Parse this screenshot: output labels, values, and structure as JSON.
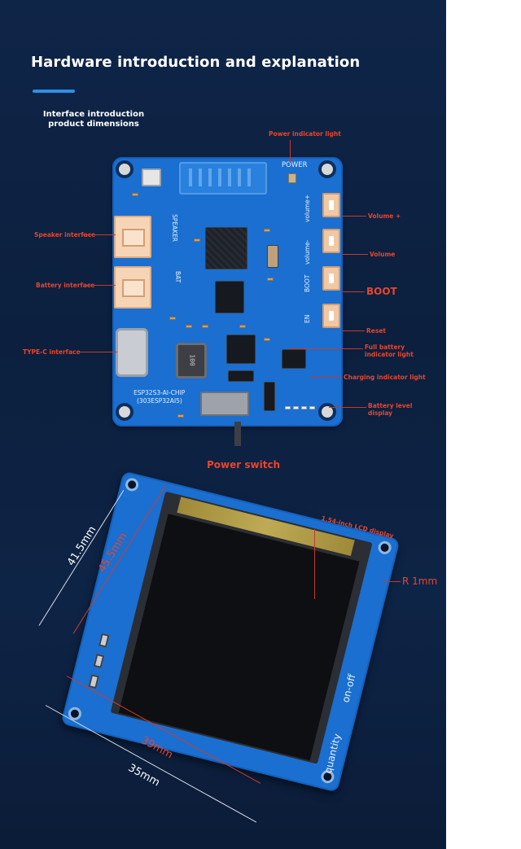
{
  "header": {
    "title": "Hardware introduction and explanation",
    "subtitle_line1": "Interface introduction",
    "subtitle_line2": "product dimensions"
  },
  "board": {
    "silk_power": "POWER",
    "silk_speaker": "SPEAKER",
    "silk_bat": "BAT",
    "silk_volume_plus": "volume+",
    "silk_volume_minus": "volume-",
    "silk_boot": "BOOT",
    "silk_en": "EN",
    "silk_model1": "ESP32S3-AI-CHIP",
    "silk_model2": "(303ESP32AI5)",
    "silk_inductor": "100"
  },
  "labels": {
    "power_indicator": "Power indicator light",
    "volume_plus": "Volume +",
    "volume": "Volume",
    "boot": "BOOT",
    "reset": "Reset",
    "full_battery_line1": "Full battery",
    "full_battery_line2": "indicator light",
    "charging_indicator": "Charging indicator light",
    "battery_level_line1": "Battery level",
    "battery_level_line2": "display",
    "speaker_interface": "Speaker interface",
    "battery_interface": "Battery interface",
    "typec_interface": "TYPE-C interface",
    "power_switch": "Power switch"
  },
  "lcd": {
    "display_label": "1.54-inch LCD display",
    "radius_label": "R 1mm",
    "silk_quantity": "quantity",
    "silk_on_off": "on-off"
  },
  "dimensions": {
    "outer_height": "41.5mm",
    "inner_height": "45.5mm",
    "inner_width": "39mm",
    "outer_width": "35mm"
  },
  "colors": {
    "background": "#0f2548",
    "board": "#1a6fd0",
    "label_red": "#e8452d",
    "accent_blue": "#2f8fe6"
  }
}
